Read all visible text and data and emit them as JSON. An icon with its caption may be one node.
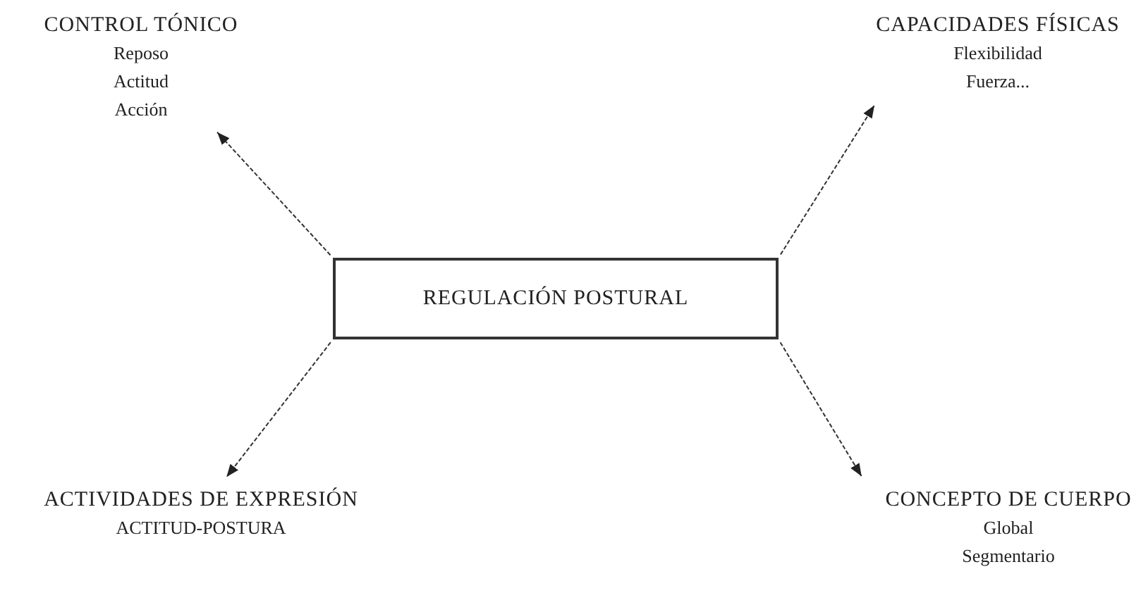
{
  "diagram": {
    "nodes": [
      {
        "text": [
          "CONTROL TÓNICO",
          "Reposo",
          "Actitud",
          "Acción"
        ]
      },
      {
        "text": [
          "CAPACIDADES FÍSICAS",
          "Flexibilidad",
          "Fuerza..."
        ]
      },
      {
        "text": [
          "REGULACIÓN POSTURAL"
        ]
      },
      {
        "text": [
          "ACTIVIDADES DE EXPRESIÓN",
          "ACTITUD-POSTURA"
        ]
      },
      {
        "text": [
          "CONCEPTO DE CUERPO",
          "Global",
          "Segmentario"
        ]
      }
    ],
    "edges": [
      {
        "from": 2,
        "to": 0,
        "arrow": "to"
      },
      {
        "from": 2,
        "to": 1,
        "arrow": "to"
      },
      {
        "from": 2,
        "to": 3,
        "arrow": "to"
      },
      {
        "from": 2,
        "to": 4,
        "arrow": "to"
      }
    ]
  }
}
